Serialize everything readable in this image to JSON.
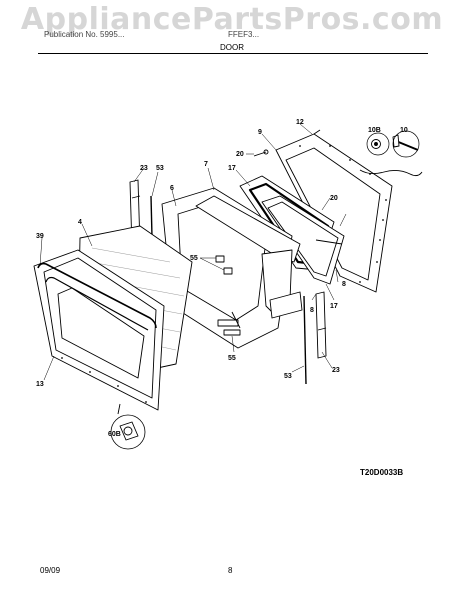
{
  "watermark": "AppliancePartsPros.com",
  "header": {
    "left": "Publication No. 5995...",
    "right": "FFEF3...",
    "section": "DOOR"
  },
  "callouts": {
    "c9": "9",
    "c12": "12",
    "c10b": "10B",
    "c10": "10",
    "c20a": "20",
    "c7": "7",
    "c17a": "17",
    "c23a": "23",
    "c53a": "53",
    "c6": "6",
    "c4": "4",
    "c39": "39",
    "c55a": "55",
    "c20b": "20",
    "c8a": "8",
    "c8b": "8",
    "c17b": "17",
    "c55b": "55",
    "c13": "13",
    "c53b": "53",
    "c23b": "23",
    "c60b": "60B"
  },
  "drawing_code": "T20D0033B",
  "footer": {
    "date": "09/09",
    "page": "8"
  }
}
